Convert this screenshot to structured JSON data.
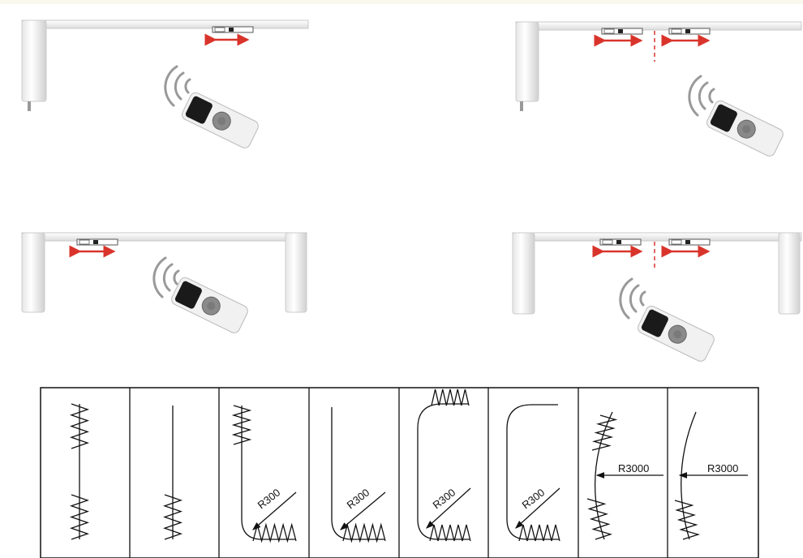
{
  "colors": {
    "rail": "#f4f4f4",
    "rail_edge": "#c9c9c9",
    "arrow": "#d9342b",
    "line": "#111111",
    "remote_screen": "#1a1a1a"
  },
  "configs": [
    {
      "name": "single-motor-one-way"
    },
    {
      "name": "single-motor-two-way"
    },
    {
      "name": "double-motor-one-way"
    },
    {
      "name": "double-motor-two-way"
    }
  ],
  "track_shapes": {
    "cells": [
      {
        "type": "straight-two-way",
        "label": ""
      },
      {
        "type": "straight-one-way",
        "label": ""
      },
      {
        "type": "L-shape-two-way",
        "label": "R300"
      },
      {
        "type": "L-shape-one-way",
        "label": "R300"
      },
      {
        "type": "U-shape-two-way",
        "label": "R300"
      },
      {
        "type": "U-shape-one-way",
        "label": "R300"
      },
      {
        "type": "arc-two-way",
        "label": "R3000"
      },
      {
        "type": "arc-one-way",
        "label": "R3000"
      }
    ]
  }
}
